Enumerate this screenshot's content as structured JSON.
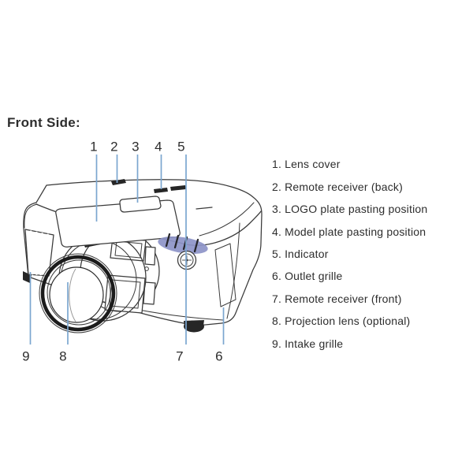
{
  "title": "Front Side:",
  "legend": {
    "items": [
      {
        "num": "1.",
        "label": "Lens cover"
      },
      {
        "num": "2.",
        "label": "Remote receiver (back)"
      },
      {
        "num": "3.",
        "label": "LOGO plate pasting position"
      },
      {
        "num": "4.",
        "label": "Model plate pasting position"
      },
      {
        "num": "5.",
        "label": "Indicator"
      },
      {
        "num": "6.",
        "label": "Outlet grille"
      },
      {
        "num": "7.",
        "label": "Remote receiver (front)"
      },
      {
        "num": "8.",
        "label": "Projection lens (optional)"
      },
      {
        "num": "9.",
        "label": "Intake grille"
      }
    ]
  },
  "callouts": {
    "top": [
      {
        "label": "1"
      },
      {
        "label": "2"
      },
      {
        "label": "3"
      },
      {
        "label": "4"
      },
      {
        "label": "5"
      }
    ],
    "bottom": [
      {
        "label": "9"
      },
      {
        "label": "8"
      },
      {
        "label": "7"
      },
      {
        "label": "6"
      }
    ]
  },
  "colors": {
    "background": "#ffffff",
    "text": "#2d2d2d",
    "line_art": "#3a3a3a",
    "leader_line": "#7ba6d0",
    "indicator_highlight": "#8d94c8"
  }
}
